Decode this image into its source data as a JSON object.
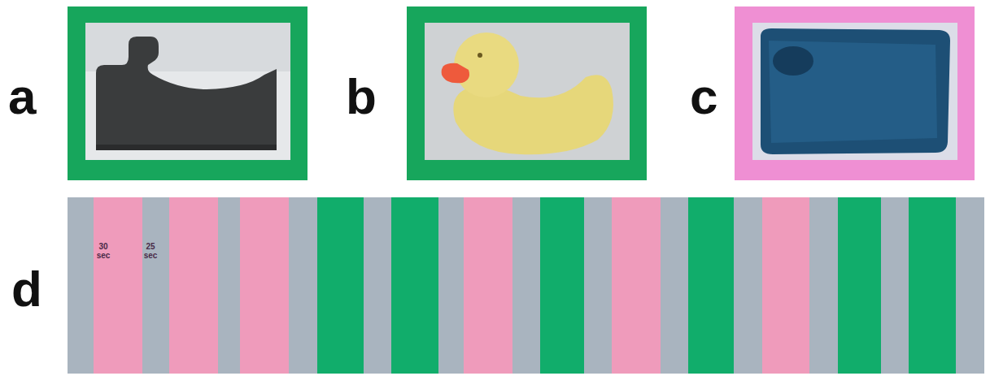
{
  "diagram": {
    "labels": [
      "a",
      "b",
      "c",
      "30 sec",
      "25 sec",
      "d"
    ]
  }
}
